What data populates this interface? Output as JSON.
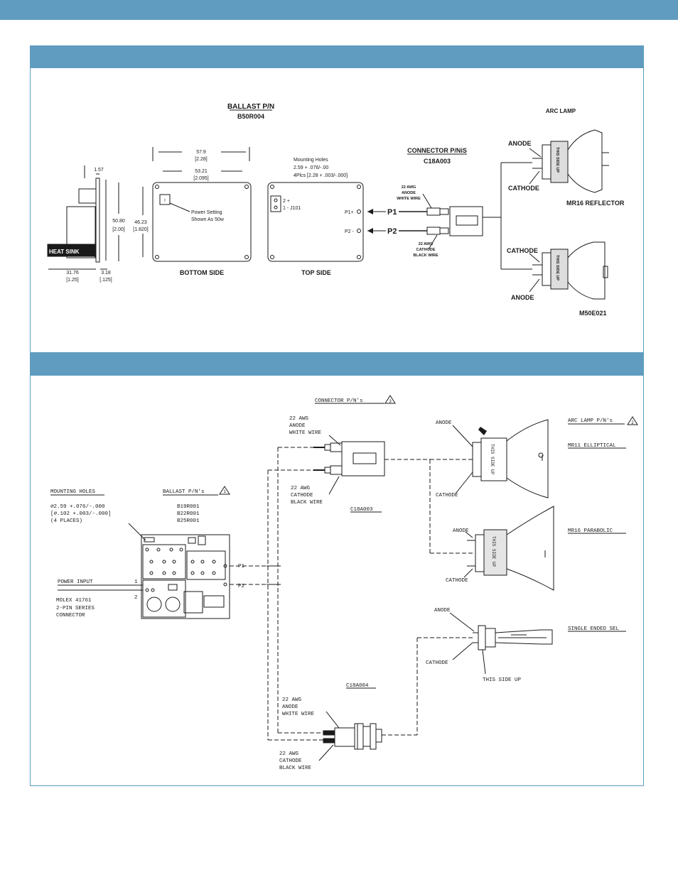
{
  "top": {
    "ballast_title": "BALLAST P/N",
    "ballast_pn": "B50R004",
    "arc_lamp_label": "ARC LAMP",
    "connector_title": "CONNECTOR P/NiS",
    "connector_pn": "C18A003",
    "dims": {
      "w_outer": "57.9",
      "w_outer_in": "[2.28]",
      "w_inner": "53.21",
      "w_inner_in": "[2.095]",
      "thick": "1.57",
      "h_outer": "50.80",
      "h_outer_in": "[2.00]",
      "h_inner": "46.23",
      "h_inner_in": "[1.820]",
      "depth": "31.76",
      "depth_in": "[1.25]",
      "plate": "3.18",
      "plate_in": "[.125]"
    },
    "heat_sink": "HEAT SINK",
    "power_setting_1": "Power Setting",
    "power_setting_2": "Shown As 50w",
    "power_box": "I",
    "bottom_side": "BOTTOM SIDE",
    "top_side": "TOP SIDE",
    "mounting_1": "Mounting Holes",
    "mounting_2": "2.59 + .076/-.00",
    "mounting_3": "4Plcs [2.28 + .003/-.000]",
    "j101_a": "2 +",
    "j101_b": "1 -  J101",
    "p1_pin": "P1+",
    "p2_pin": "P2 -",
    "p1": "P1",
    "p2": "P2",
    "white_wire": [
      "22 AWG",
      "ANODE",
      "WHITE WIRE"
    ],
    "black_wire": [
      "22 AWG",
      "CATHODE",
      "BLACK WIRE"
    ],
    "anode": "ANODE",
    "cathode": "CATHODE",
    "this_side_up": "THIS SIDE UP",
    "mr16_reflector": "MR16 REFLECTOR",
    "m50e021": "M50E021"
  },
  "bottom": {
    "connector_title": "CONNECTOR P/N's",
    "connector_note": "3",
    "arc_lamp_title": "ARC LAMP P/N's",
    "arc_lamp_note": "2",
    "white_wire": [
      "22 AWG",
      "ANODE",
      "WHITE WIRE"
    ],
    "black_wire": [
      "22 AWG",
      "CATHODE",
      "BLACK WIRE"
    ],
    "c18a003": "C18A003",
    "c18a004": "C18A004",
    "mounting_title": "MOUNTING HOLES",
    "mounting_1": "∅2.59 +.076/-.000",
    "mounting_2": "[∅.102 +.003/-.000]",
    "mounting_3": "(4 PLACES)",
    "ballast_title": "BALLAST P/N's",
    "ballast_note": "1",
    "ballast_pns": [
      "B19R001",
      "B22R001",
      "B25R001"
    ],
    "power_input": "POWER INPUT",
    "pin1": "1",
    "pin2": "2",
    "molex": [
      "MOLEX 41761",
      "2-PIN SERIES",
      "CONNECTOR"
    ],
    "p1": "P1",
    "p2": "P2",
    "anode": "ANODE",
    "cathode": "CATHODE",
    "this_side_up": "THIS SIDE UP",
    "mr11": "MR11 ELLIPTICAL",
    "mr16": "MR16 PARABOLIC",
    "single_ended": "SINGLE ENDED SEL"
  }
}
